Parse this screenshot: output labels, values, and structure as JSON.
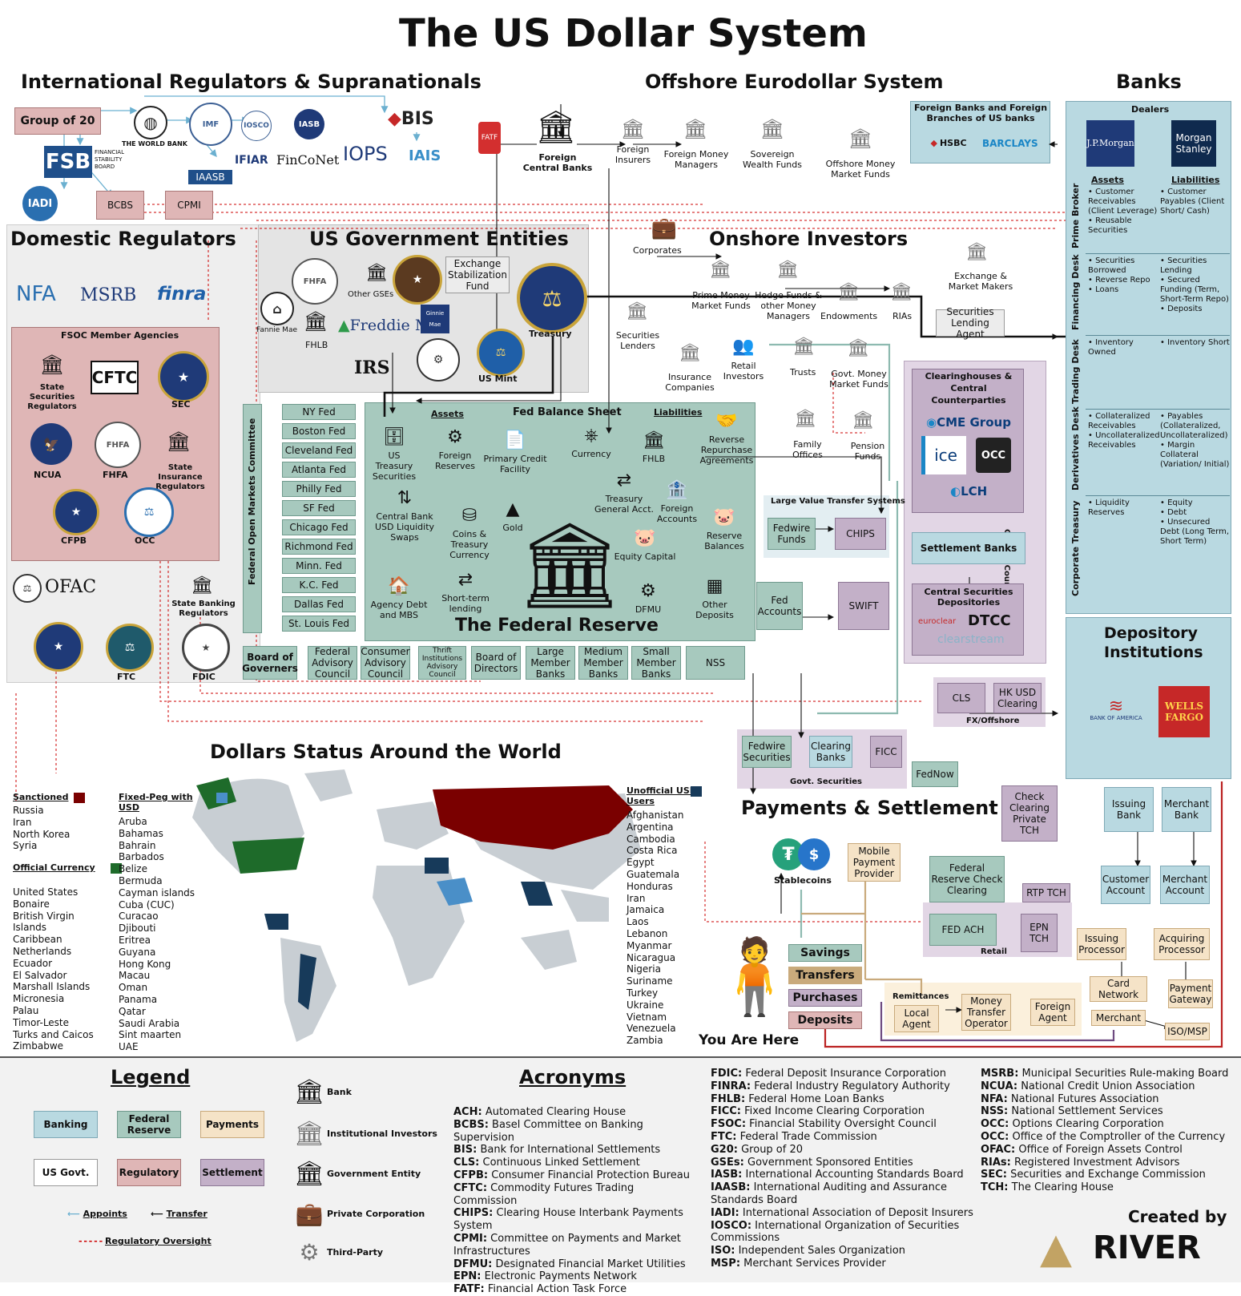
{
  "title": "The US Dollar System",
  "sections": {
    "intl": "International Regulators & Supranationals",
    "offshore": "Offshore Eurodollar System",
    "banks": "Banks",
    "domestic": "Domestic Regulators",
    "usgov": "US Government Entities",
    "onshore": "Onshore Investors",
    "world": "Dollars Status Around the World",
    "payments": "Payments & Settlement",
    "fed": "The Federal Reserve",
    "depository": "Depository Institutions"
  },
  "intl": {
    "g20": "Group of 20",
    "worldbank": "THE WORLD BANK",
    "imf": "IMF",
    "iosco": "IOSCO",
    "iasb": "IASB",
    "bis": "BIS",
    "fatf": "FATF",
    "fsb": "FSB",
    "fsb_sub": "FINANCIAL STABILITY BOARD",
    "ifiar": "IFIAR",
    "iaasb": "IAASB",
    "finconet": "FinCoNet",
    "iops": "IOPS",
    "iais": "IAIS",
    "iadi": "IADI",
    "bcbs": "BCBS",
    "cpmi": "CPMI"
  },
  "offshore": {
    "fcb": "Foreign Central Banks",
    "insurers": "Foreign Insurers",
    "money_mgrs": "Foreign Money Managers",
    "swf": "Sovereign Wealth Funds",
    "ommf": "Offshore Money Market Funds",
    "foreign_banks": "Foreign Banks and Foreign Branches of US banks",
    "hsbc": "HSBC",
    "barclays": "BARCLAYS"
  },
  "dealers": {
    "title": "Dealers",
    "jpm": "J.P.Morgan",
    "ms": "Morgan Stanley",
    "assets": "Assets",
    "liabilities": "Liabilities",
    "rows": [
      {
        "desk": "Prime Broker",
        "assets": [
          "Customer Receivables (Client Leverage)",
          "Reusable Securities"
        ],
        "liabilities": [
          "Customer Payables (Client Short/ Cash)"
        ]
      },
      {
        "desk": "Financing Desk",
        "assets": [
          "Securities Borrowed",
          "Reverse Repo",
          "Loans"
        ],
        "liabilities": [
          "Securities Lending",
          "Secured Funding (Term, Short-Term Repo)",
          "Deposits"
        ]
      },
      {
        "desk": "Trading Desk",
        "assets": [
          "Inventory Owned"
        ],
        "liabilities": [
          "Inventory Short"
        ]
      },
      {
        "desk": "Derivatives Desk",
        "assets": [
          "Collateralized Receivables",
          "Uncollateralized Receivables"
        ],
        "liabilities": [
          "Payables (Collateralized, Uncollateralized)",
          "Margin Collateral (Variation/ Initial)"
        ]
      },
      {
        "desk": "Corporate Treasury",
        "assets": [
          "Liquidity Reserves"
        ],
        "liabilities": [
          "Equity",
          "Debt",
          "Unsecured Debt (Long Term, Short Term)"
        ]
      }
    ]
  },
  "depository": {
    "title": "Depository Institutions",
    "boa": "BANK OF AMERICA",
    "wf": "WELLS FARGO"
  },
  "domestic": {
    "nfa": "NFA",
    "msrb": "MSRB",
    "finra": "finra",
    "fsoc": "FSOC Member Agencies",
    "ssr": "State Securities Regulators",
    "cftc": "CFTC",
    "sec": "SEC",
    "ncua": "NCUA",
    "fhfa": "FHFA",
    "sir": "State Insurance Regulators",
    "cfpb": "CFPB",
    "occ": "OCC",
    "ofac": "OFAC",
    "sbr": "State Banking Regulators",
    "ftc": "FTC",
    "fdic": "FDIC"
  },
  "usgov": {
    "esf": "Exchange Stabilization Fund",
    "other_gses": "Other GSEs",
    "fannie": "Fannie Mae",
    "fhlb": "FHLB",
    "freddie": "Freddie Mac",
    "ginnie": "Ginnie Mae",
    "treasury": "Treasury",
    "irs": "IRS",
    "mint": "US Mint"
  },
  "onshore": {
    "corporates": "Corporates",
    "prime_mmf": "Prime Money Market Funds",
    "hedge": "Hedge Funds & other Money Managers",
    "endowments": "Endowments",
    "rias": "RIAs",
    "exch": "Exchange & Market Makers",
    "sla": "Securities Lending Agent",
    "sec_lenders": "Securities Lenders",
    "insurance": "Insurance Companies",
    "retail": "Retail Investors",
    "trusts": "Trusts",
    "govt_mmf": "Govt. Money Market Funds",
    "family": "Family Offices",
    "pension": "Pension Funds"
  },
  "ccp": {
    "title": "Clearinghouses & Central Counterparties",
    "cme": "CME Group",
    "ice": "ice",
    "occ": "OCC",
    "lch": "LCH",
    "side": "Central Counterparties",
    "settle": "Settlement Banks",
    "csd": "Central Securities Depositories",
    "euroclear": "euroclear",
    "dtcc": "DTCC",
    "clearstream": "clearstream"
  },
  "fomc": {
    "label": "Federal Open Markets Committee",
    "feds": [
      "NY Fed",
      "Boston Fed",
      "Cleveland Fed",
      "Atlanta Fed",
      "Philly Fed",
      "SF Fed",
      "Chicago Fed",
      "Richmond Fed",
      "Minn. Fed",
      "K.C. Fed",
      "Dallas Fed",
      "St. Louis Fed"
    ]
  },
  "fed": {
    "balance": "Fed Balance Sheet",
    "assets": "Assets",
    "liabilities": "Liabilities",
    "ust": "US Treasury Securities",
    "fres": "Foreign Reserves",
    "pcf": "Primary Credit Facility",
    "currency": "Currency",
    "fhlb": "FHLB",
    "rrp": "Reverse Repurchase Agreements",
    "tga": "Treasury General Acct.",
    "facc": "Foreign Accounts",
    "swaps": "Central Bank USD Liquidity Swaps",
    "coins": "Coins & Treasury Currency",
    "gold": "Gold",
    "equity": "Equity Capital",
    "reserves": "Reserve Balances",
    "agency": "Agency Debt and MBS",
    "stl": "Short-term lending",
    "dfmu": "DFMU",
    "other_dep": "Other Deposits",
    "title": "The Federal Reserve",
    "board": "Board of Governers",
    "councils": [
      "Federal Advisory Council",
      "Consumer Advisory Council",
      "Thrift Institutions Advisory Council",
      "Board of Directors",
      "Large Member Banks",
      "Medium Member Banks",
      "Small Member Banks"
    ],
    "nss": "NSS"
  },
  "lvts": {
    "title": "Large Value Transfer Systems",
    "fedwire": "Fedwire Funds",
    "chips": "CHIPS",
    "fedacc": "Fed Accounts",
    "swift": "SWIFT"
  },
  "fx": {
    "cls": "CLS",
    "hk": "HK USD Clearing",
    "label": "FX/Offshore"
  },
  "govsec": {
    "fws": "Fedwire Securities",
    "cb": "Clearing Banks",
    "ficc": "FICC",
    "label": "Govt. Securities",
    "fednow": "FedNow"
  },
  "payments": {
    "check": "Check Clearing Private TCH",
    "stable": "Stablecoins",
    "mobile": "Mobile Payment Provider",
    "frcc": "Federal Reserve Check Clearing",
    "rtp": "RTP TCH",
    "fedach": "FED ACH",
    "epn": "EPN TCH",
    "retail": "Retail",
    "issuing_bank": "Issuing Bank",
    "merchant_bank": "Merchant Bank",
    "cust_acc": "Customer Account",
    "merch_acc": "Merchant Account",
    "iss_proc": "Issuing Processor",
    "acq_proc": "Acquiring Processor",
    "card": "Card Network",
    "gateway": "Payment Gateway",
    "merchant": "Merchant",
    "iso": "ISO/MSP",
    "remit": "Remittances",
    "local": "Local Agent",
    "mto": "Money Transfer Operator",
    "foreign": "Foreign Agent",
    "savings": "Savings",
    "transfers": "Transfers",
    "purchases": "Purchases",
    "deposits": "Deposits",
    "you": "You Are Here"
  },
  "world": {
    "sanctioned_label": "Sanctioned",
    "sanctioned": [
      "Russia",
      "Iran",
      "North Korea",
      "Syria"
    ],
    "official_label": "Official Currency",
    "official": [
      "United States",
      "Bonaire",
      "British Virgin Islands",
      "Caribbean Netherlands",
      "Ecuador",
      "El Salvador",
      "Marshall Islands",
      "Micronesia",
      "Palau",
      "Timor-Leste",
      "Turks and Caicos",
      "Zimbabwe"
    ],
    "peg_label": "Fixed-Peg with USD",
    "peg": [
      "Aruba",
      "Bahamas",
      "Bahrain",
      "Barbados",
      "Belize",
      "Bermuda",
      "Cayman islands",
      "Cuba (CUC)",
      "Curacao",
      "Djibouti",
      "Eritrea",
      "Guyana",
      "Hong Kong",
      "Macau",
      "Oman",
      "Panama",
      "Qatar",
      "Saudi Arabia",
      "Sint maarten",
      "UAE"
    ],
    "unofficial_label": "Unofficial USD Users",
    "unofficial": [
      "Afghanistan",
      "Argentina",
      "Cambodia",
      "Costa Rica",
      "Egypt",
      "Guatemala",
      "Honduras",
      "Iran",
      "Jamaica",
      "Laos",
      "Lebanon",
      "Myanmar",
      "Nicaragua",
      "Nigeria",
      "Suriname",
      "Turkey",
      "Ukraine",
      "Vietnam",
      "Venezuela",
      "Zambia"
    ],
    "colors": {
      "sanctioned": "#7a0000",
      "official": "#1e6b2a",
      "peg": "#4a8fc8",
      "unofficial": "#173a5a",
      "land": "#c8ced3"
    }
  },
  "legend": {
    "title": "Legend",
    "banking": "Banking",
    "fed": "Federal Reserve",
    "payments": "Payments",
    "gov": "US Govt.",
    "reg": "Regulatory",
    "set": "Settlement",
    "appoints": "Appoints",
    "transfer": "Transfer",
    "oversight": "Regulatory Oversight",
    "bank": "Bank",
    "inst": "Institutional Investors",
    "gov_ent": "Government Entity",
    "private": "Private Corporation",
    "third": "Third-Party"
  },
  "acronyms": {
    "title": "Acronyms",
    "col1": [
      [
        "ACH:",
        "Automated Clearing House"
      ],
      [
        "BCBS:",
        "Basel Committee on Banking Supervision"
      ],
      [
        "BIS:",
        "Bank for International Settlements"
      ],
      [
        "CLS:",
        "Continuous Linked Settlement"
      ],
      [
        "CFPB:",
        "Consumer Financial Protection Bureau"
      ],
      [
        "CFTC:",
        "Commodity Futures Trading Commission"
      ],
      [
        "CHIPS:",
        "Clearing House Interbank Payments System"
      ],
      [
        "CPMI:",
        "Committee on Payments and Market Infrastructures"
      ],
      [
        "DFMU:",
        "Designated Financial Market Utilities"
      ],
      [
        "EPN:",
        "Electronic Payments Network"
      ],
      [
        "FATF:",
        "Financial Action Task Force"
      ]
    ],
    "col2": [
      [
        "FDIC:",
        "Federal Deposit Insurance Corporation"
      ],
      [
        "FINRA:",
        "Federal Industry Regulatory Authority"
      ],
      [
        "FHLB:",
        "Federal Home Loan Banks"
      ],
      [
        "FICC:",
        "Fixed Income Clearing Corporation"
      ],
      [
        "FSOC:",
        "Financial Stability Oversight Council"
      ],
      [
        "FTC:",
        "Federal Trade Commission"
      ],
      [
        "G20:",
        "Group of 20"
      ],
      [
        "GSEs:",
        "Government Sponsored Entities"
      ],
      [
        "IASB:",
        "International Accounting Standards Board"
      ],
      [
        "IAASB:",
        "International Auditing and Assurance Standards Board"
      ],
      [
        "IADI:",
        "International Association of Deposit Insurers"
      ],
      [
        "IOSCO:",
        "International Organization of Securities Commissions"
      ],
      [
        "ISO:",
        "Independent Sales Organization"
      ],
      [
        "MSP:",
        "Merchant Services Provider"
      ]
    ],
    "col3": [
      [
        "MSRB:",
        "Municipal Securities Rule-making Board"
      ],
      [
        "NCUA:",
        "National Credit Union Association"
      ],
      [
        "NFA:",
        "National Futures Association"
      ],
      [
        "NSS:",
        "National Settlement Services"
      ],
      [
        "OCC:",
        "Options Clearing Corporation"
      ],
      [
        "OCC:",
        "Office of the Comptroller of the Currency"
      ],
      [
        "OFAC:",
        "Office of Foreign Assets Control"
      ],
      [
        "RIAs:",
        "Registered Investment Advisors"
      ],
      [
        "SEC:",
        "Securities and Exchange Commission"
      ],
      [
        "TCH:",
        "The Clearing House"
      ]
    ]
  },
  "credit": {
    "created": "Created by",
    "brand": "RIVER"
  }
}
